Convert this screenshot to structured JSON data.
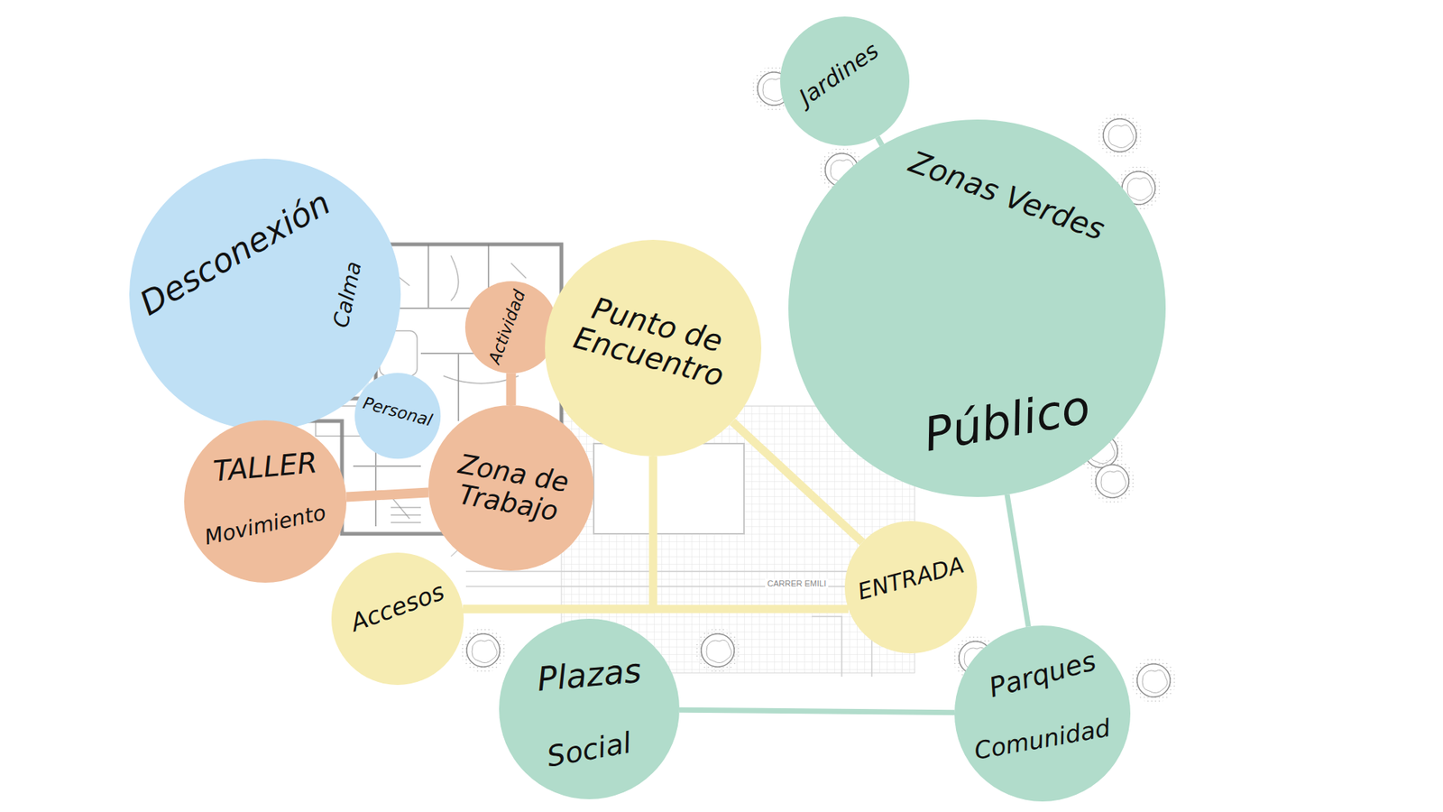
{
  "diagram": {
    "nodes": [
      {
        "text": [
          "Desconexión",
          "Calma"
        ]
      },
      {
        "text": [
          "Jardines"
        ]
      },
      {
        "text": [
          "Zonas Verdes",
          "Público"
        ]
      },
      {
        "text": [
          "Actividad"
        ]
      },
      {
        "text": [
          "Punto de Encuentro"
        ]
      },
      {
        "text": [
          "Personal"
        ]
      },
      {
        "text": [
          "TALLER",
          "Movimiento"
        ]
      },
      {
        "text": [
          "Zona de Trabajo"
        ]
      },
      {
        "text": [
          "ENTRADA"
        ]
      },
      {
        "text": [
          "Accesos"
        ]
      },
      {
        "text": [
          "Plazas",
          "Social"
        ]
      },
      {
        "text": [
          "Parques",
          "Comunidad"
        ]
      }
    ],
    "edges": [
      {
        "from": 1,
        "to": 2,
        "arrow": "none"
      },
      {
        "from": 0,
        "to": 5,
        "arrow": "none"
      },
      {
        "from": 3,
        "to": 7,
        "arrow": "none"
      },
      {
        "from": 6,
        "to": 7,
        "arrow": "none"
      },
      {
        "from": 4,
        "to": 9,
        "arrow": "none"
      },
      {
        "from": 4,
        "to": 8,
        "arrow": "none"
      },
      {
        "from": 9,
        "to": 8,
        "arrow": "none"
      },
      {
        "from": 2,
        "to": 11,
        "arrow": "none"
      },
      {
        "from": 10,
        "to": 11,
        "arrow": "none"
      }
    ],
    "labels": [
      "CARRER EMILI"
    ]
  }
}
